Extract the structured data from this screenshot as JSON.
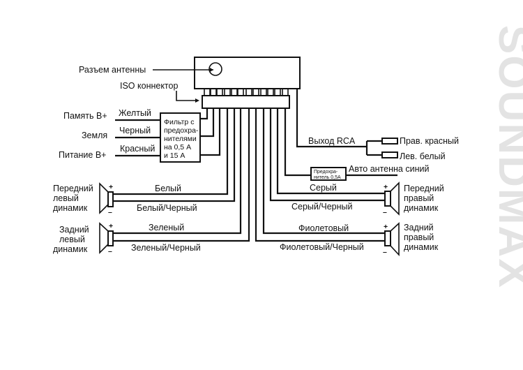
{
  "brand_watermark": "SOUNDMAX",
  "head_unit": {
    "antenna_socket_label": "Разъем антенны",
    "iso_connector_label": "ISO коннектор"
  },
  "power": {
    "memory_label": "Память B+",
    "memory_wire": "Желтый",
    "ground_label": "Земля",
    "ground_wire": "Черный",
    "ignition_label": "Питание B+",
    "ignition_wire": "Красный",
    "filter_lines": [
      "Фильтр с",
      "предохра-",
      "нителями",
      "на 0,5 А",
      "и 15 А"
    ]
  },
  "rca": {
    "label": "Выход RCA",
    "right": "Прав. красный",
    "left": "Лев. белый"
  },
  "antenna": {
    "fuse_lines": [
      "Предохра-",
      "нитель 0,5А"
    ],
    "label": "Авто антенна синий"
  },
  "speakers": {
    "front_left": {
      "lines": [
        "Передний",
        "левый",
        "динамик"
      ],
      "plus_wire": "Белый",
      "minus_wire": "Белый/Черный"
    },
    "rear_left": {
      "lines": [
        "Задний",
        "левый",
        "динамик"
      ],
      "plus_wire": "Зеленый",
      "minus_wire": "Зеленый/Черный"
    },
    "front_right": {
      "lines": [
        "Передний",
        "правый",
        "динамик"
      ],
      "plus_wire": "Серый",
      "minus_wire": "Серый/Черный"
    },
    "rear_right": {
      "lines": [
        "Задний",
        "правый",
        "динамик"
      ],
      "plus_wire": "Фиолетовый",
      "minus_wire": "Фиолетовый/Черный"
    },
    "plus_sign": "+",
    "minus_sign": "–"
  }
}
